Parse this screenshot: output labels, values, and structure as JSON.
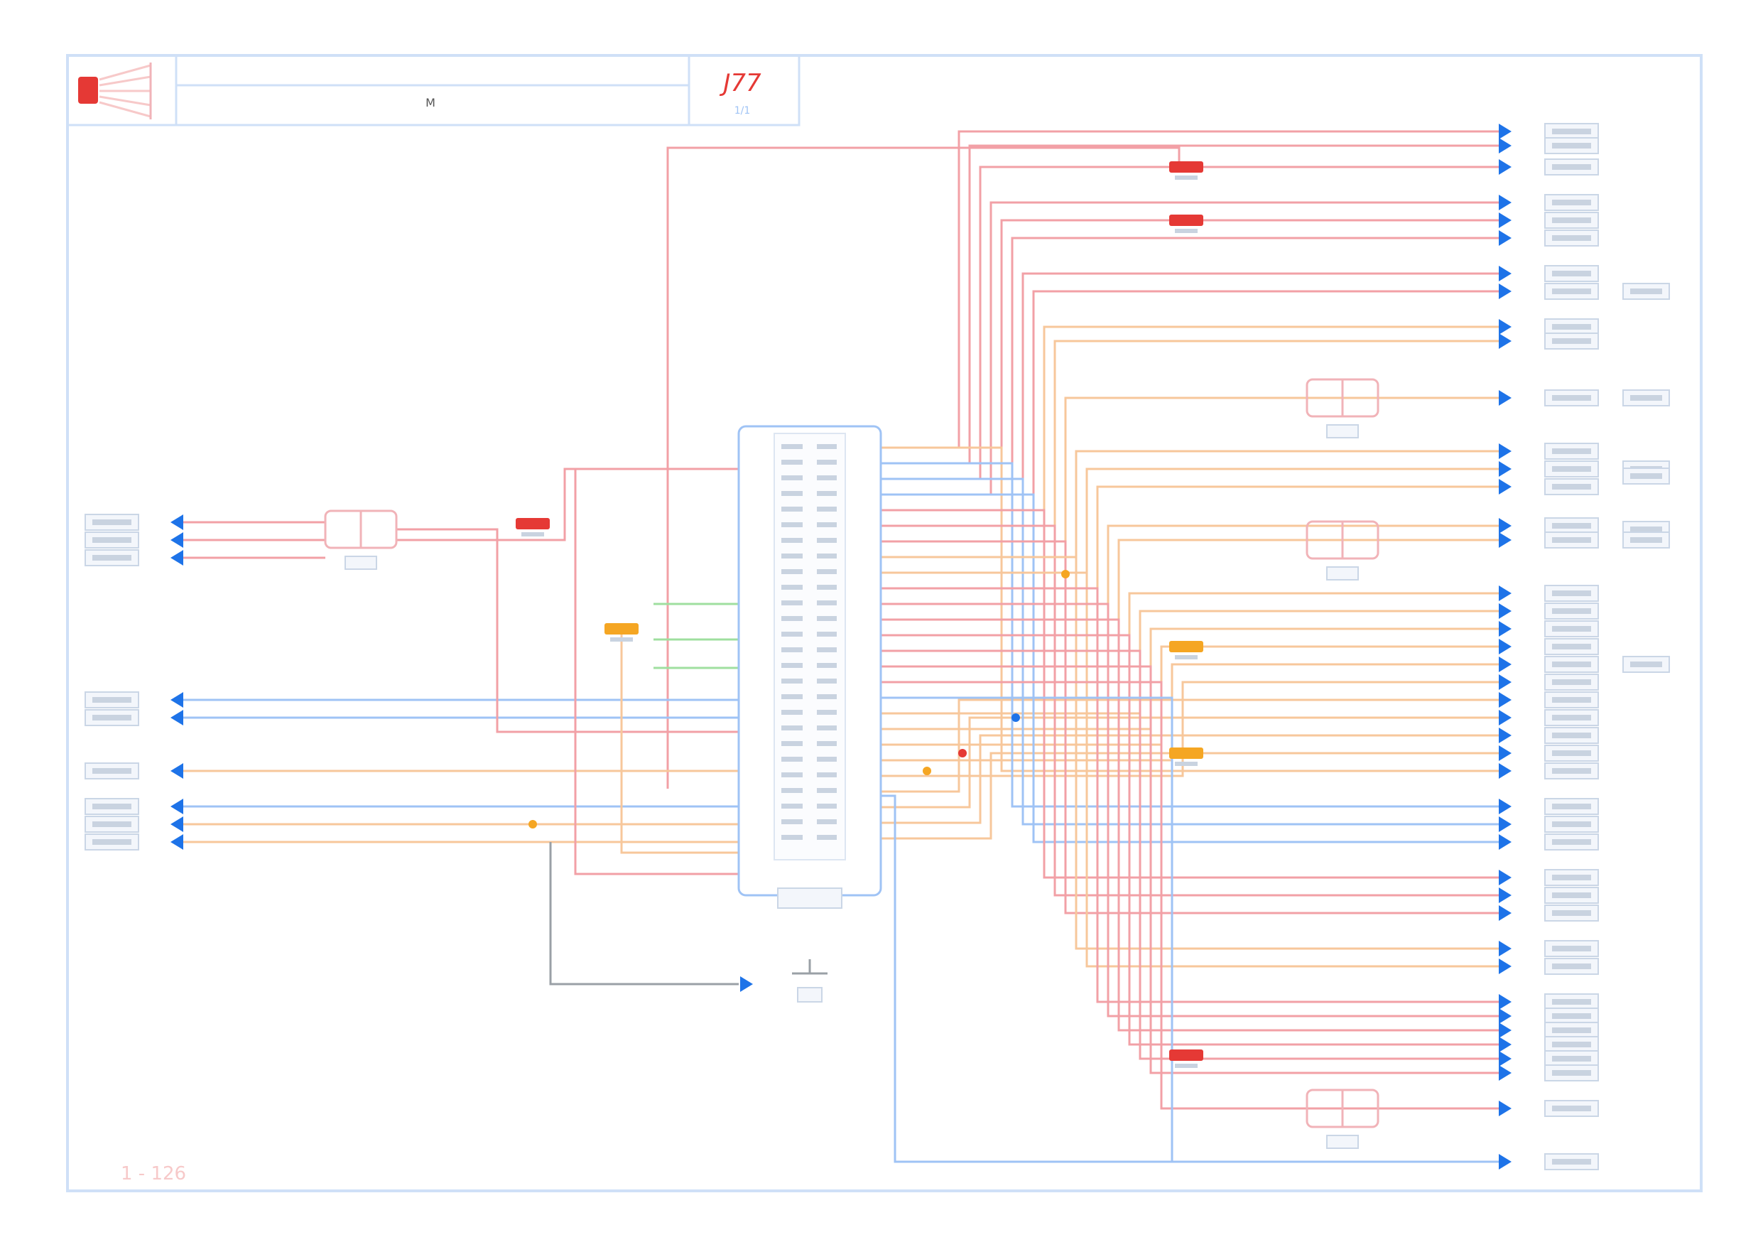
{
  "title_block": {
    "code": "J77",
    "sub": "1/1",
    "mark": "M"
  },
  "page_code": "1 - 126",
  "colors": {
    "frame": "#cfe0f7",
    "wire_red": "#f2a0a6",
    "wire_orange": "#f7c79b",
    "wire_blue": "#9fc3f5",
    "wire_green": "#9fdf9f",
    "wire_gray": "#9aa0a6",
    "arrow_blue": "#1e73e8",
    "connector_red": "#e53935",
    "connector_orange": "#f5a623",
    "box_fill": "#f3f6fb",
    "box_stroke": "#cad6e6",
    "relay_stroke": "#f1b3b8"
  }
}
